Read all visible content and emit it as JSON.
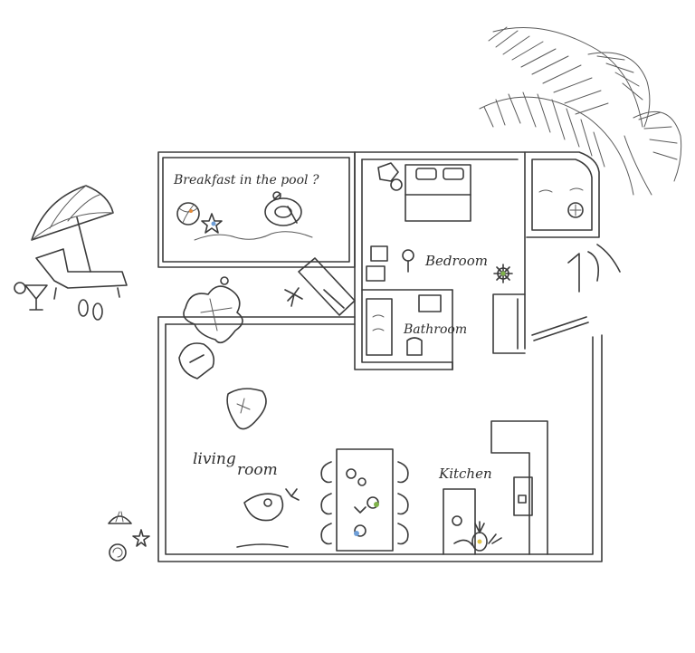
{
  "labels": {
    "pool": "Breakfast in the pool ?",
    "bedroom": "Bedroom",
    "bathroom": "Bathroom",
    "living_line1": "living",
    "living_line2": "room",
    "kitchen": "Kitchen"
  },
  "colors": {
    "ink": "#3b3b3b",
    "accent_green": "#7fb24a",
    "accent_blue": "#6f9fd8",
    "accent_yellow": "#e2c54a"
  }
}
